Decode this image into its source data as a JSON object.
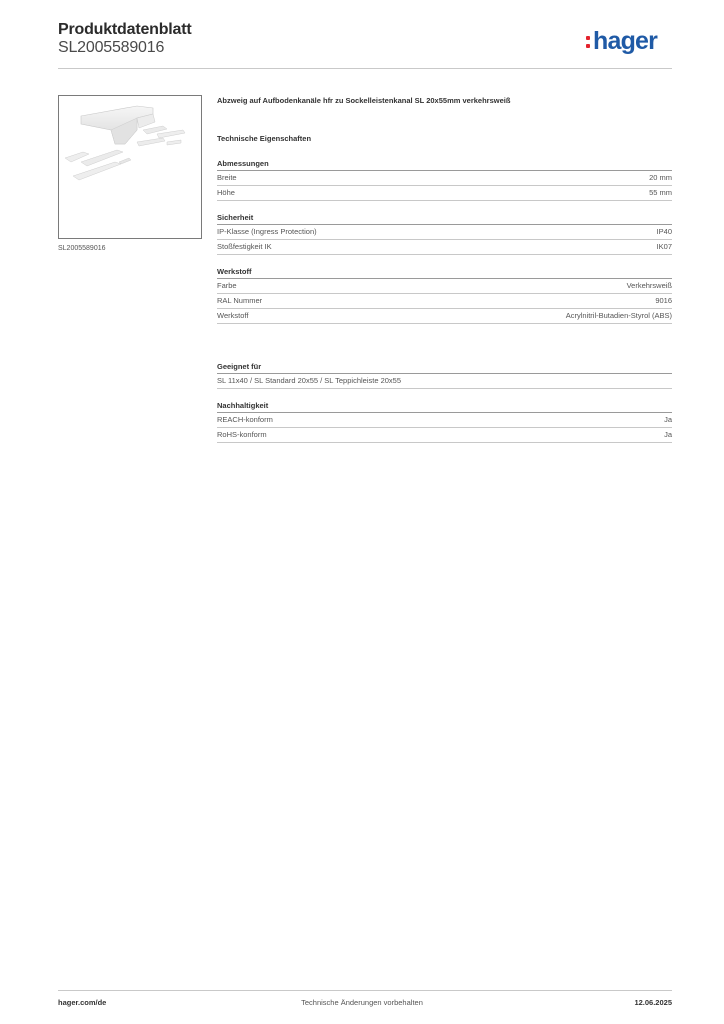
{
  "header": {
    "title": "Produktdatenblatt",
    "article_number": "SL2005589016",
    "logo_text": "hager"
  },
  "colors": {
    "brand_blue": "#1f5aa6",
    "brand_red": "#e3232d"
  },
  "image": {
    "caption": "SL2005589016"
  },
  "product": {
    "title": "Abzweig auf Aufbodenkanäle hfr zu Sockelleistenkanal SL 20x55mm verkehrsweiß",
    "section_title": "Technische Eigenschaften"
  },
  "groups": [
    {
      "title": "Abmessungen",
      "rows": [
        {
          "label": "Breite",
          "value": "20 mm"
        },
        {
          "label": "Höhe",
          "value": "55 mm"
        }
      ]
    },
    {
      "title": "Sicherheit",
      "rows": [
        {
          "label": "IP-Klasse (Ingress Protection)",
          "value": "IP40"
        },
        {
          "label": "Stoßfestigkeit IK",
          "value": "IK07"
        }
      ]
    },
    {
      "title": "Werkstoff",
      "rows": [
        {
          "label": "Farbe",
          "value": "Verkehrsweiß"
        },
        {
          "label": "RAL Nummer",
          "value": "9016"
        },
        {
          "label": "Werkstoff",
          "value": "Acrylnitril-Butadien-Styrol (ABS)"
        }
      ]
    },
    {
      "title": "Geeignet für",
      "rows": [
        {
          "label": "SL 11x40 / SL Standard 20x55 / SL Teppichleiste 20x55",
          "value": ""
        }
      ]
    },
    {
      "title": "Nachhaltigkeit",
      "rows": [
        {
          "label": "REACH-konform",
          "value": "Ja"
        },
        {
          "label": "RoHS-konform",
          "value": "Ja"
        }
      ]
    }
  ],
  "footer": {
    "website": "hager.com/de",
    "notice": "Technische Änderungen vorbehalten",
    "date": "12.06.2025"
  }
}
